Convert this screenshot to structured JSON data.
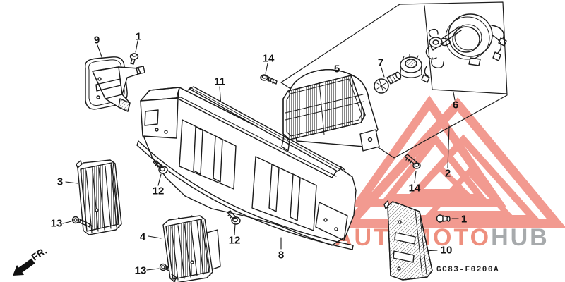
{
  "watermark": {
    "brand_primary": "AUTOMOTO",
    "brand_secondary": "HUB",
    "triangle_color": "#f29a90",
    "brand_primary_color": "#ee8f7e",
    "brand_secondary_color": "#a7aaac"
  },
  "diagram": {
    "part_code": "GC83-F0200A",
    "fr_label": "FR.",
    "line_color": "#1b1b1b",
    "callouts": [
      "9",
      "1",
      "11",
      "14",
      "5",
      "7",
      "6",
      "2",
      "14",
      "1",
      "10",
      "8",
      "12",
      "12",
      "3",
      "13",
      "4",
      "13"
    ]
  }
}
